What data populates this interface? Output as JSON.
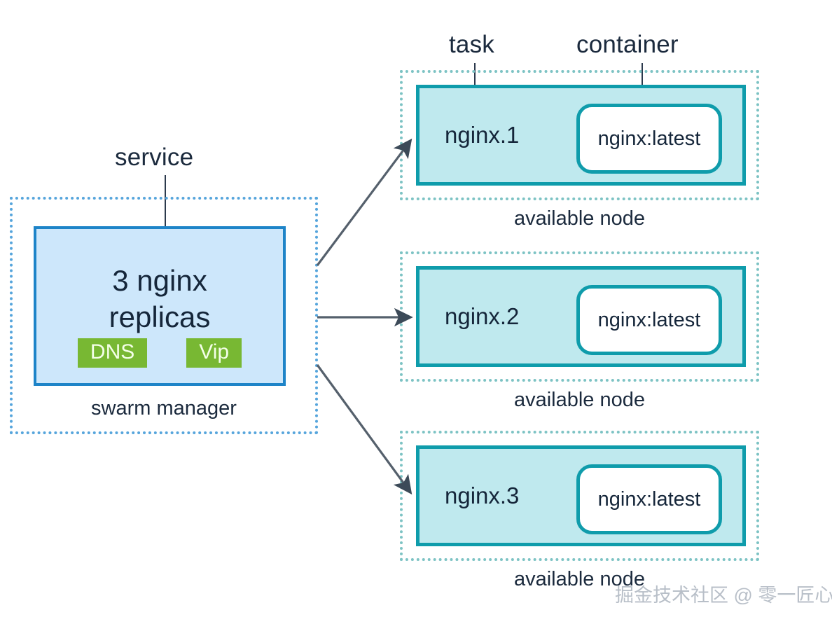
{
  "diagram": {
    "title_labels": {
      "service": "service",
      "task": "task",
      "container": "container"
    },
    "service": {
      "replicas_text": "3 nginx\nreplicas",
      "badges": [
        "DNS",
        "Vip"
      ],
      "caption": "swarm manager",
      "fill_color": "#cde7fb",
      "border_color": "#1e84c8",
      "dashed_color": "#56a5dc",
      "badge_color": "#78b833"
    },
    "nodes": [
      {
        "task_label": "nginx.1",
        "container_label": "nginx:latest",
        "caption": "available node"
      },
      {
        "task_label": "nginx.2",
        "container_label": "nginx:latest",
        "caption": "available node"
      },
      {
        "task_label": "nginx.3",
        "container_label": "nginx:latest",
        "caption": "available node"
      }
    ],
    "node_style": {
      "fill_color": "#bfe9ee",
      "border_color": "#0f9cab",
      "dashed_color": "#7dc3c4",
      "container_fill": "#ffffff"
    },
    "arrow_color": "#4a5560",
    "watermark": "掘金技术社区 @ 零一匠心"
  }
}
